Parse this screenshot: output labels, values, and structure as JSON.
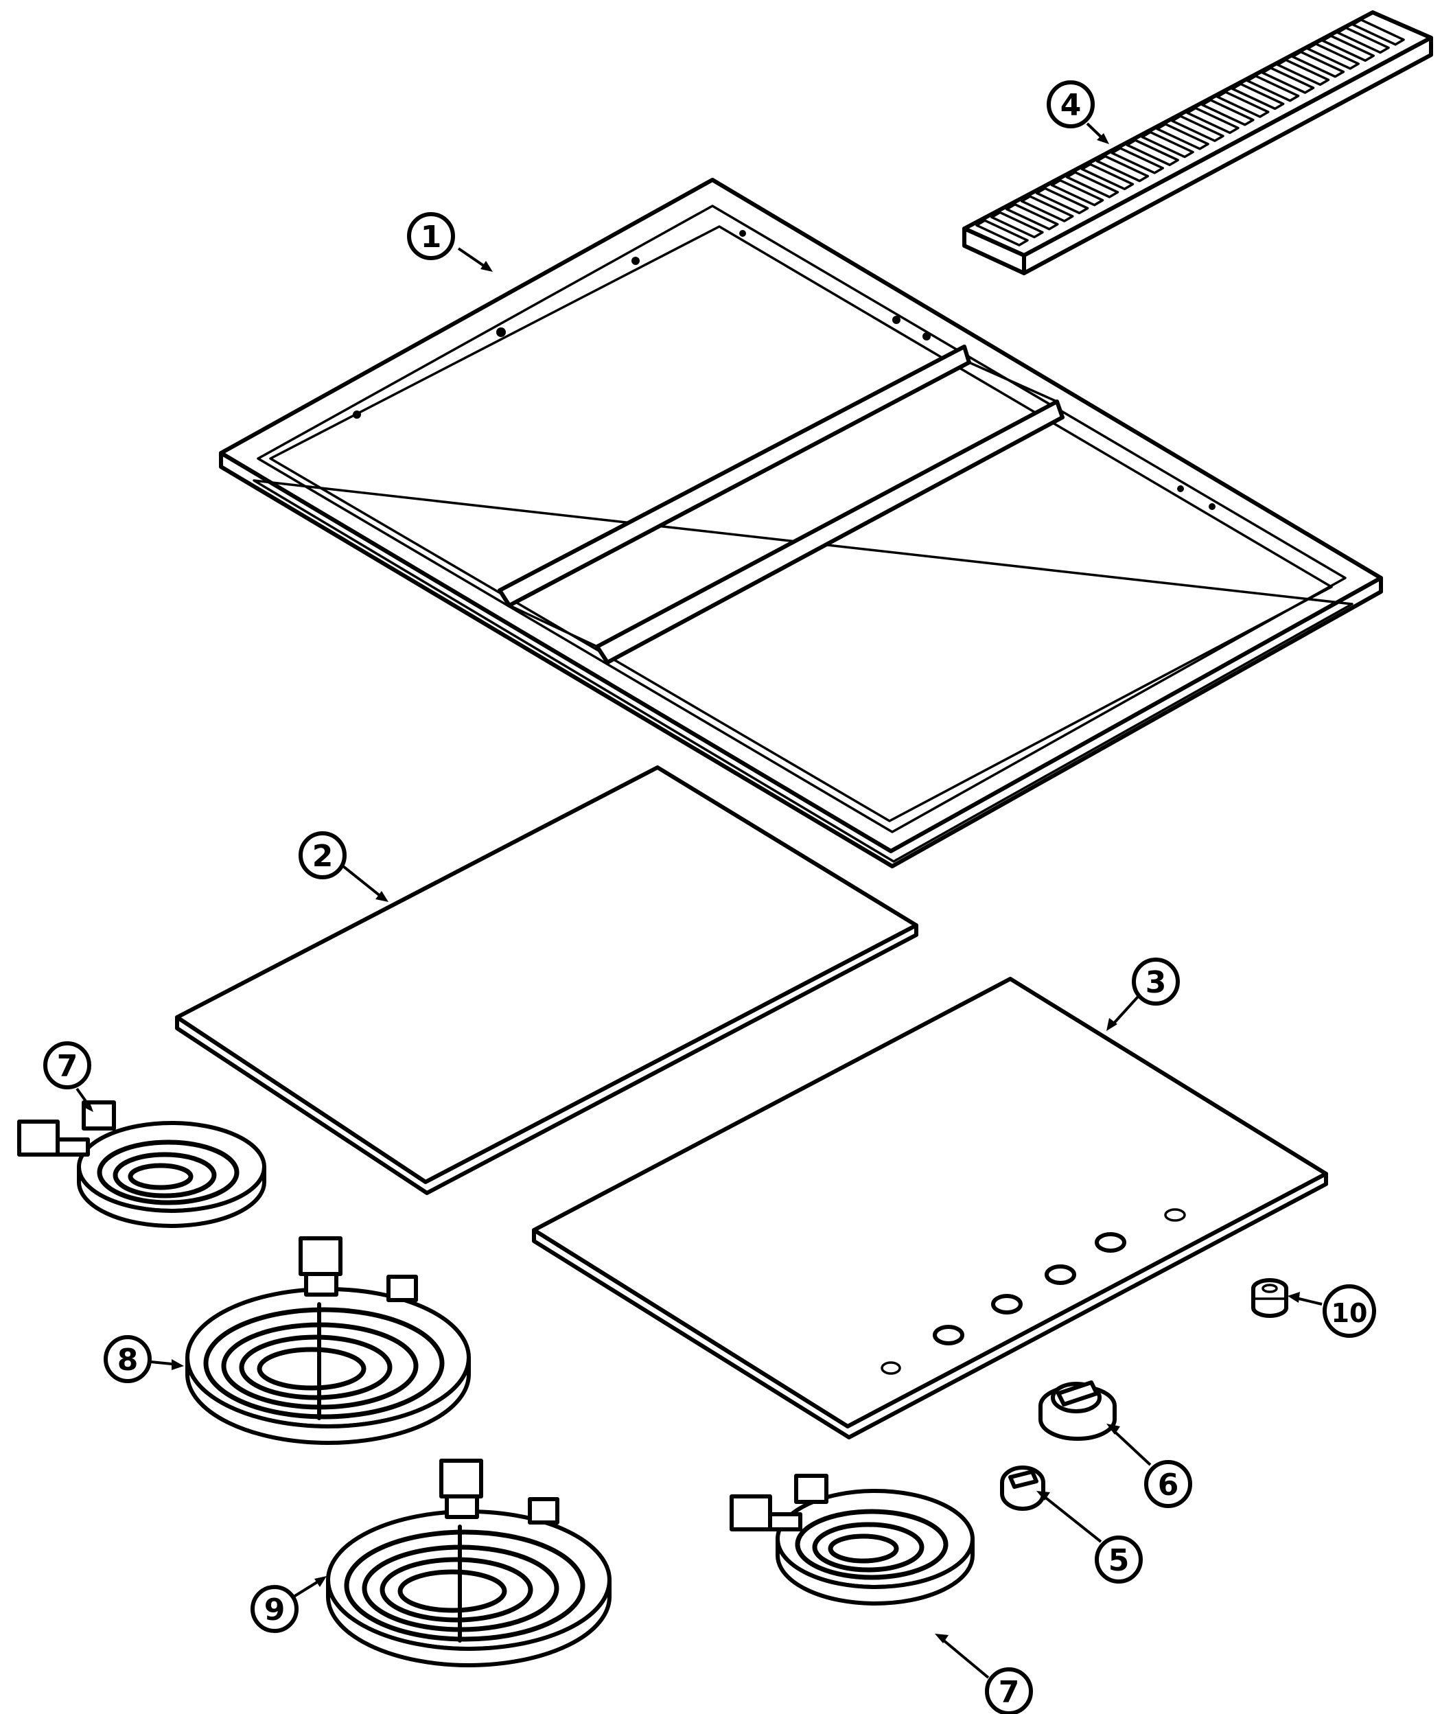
{
  "callouts": [
    {
      "id": "c1",
      "label": "1"
    },
    {
      "id": "c2",
      "label": "2"
    },
    {
      "id": "c3",
      "label": "3"
    },
    {
      "id": "c4",
      "label": "4"
    },
    {
      "id": "c5",
      "label": "5"
    },
    {
      "id": "c6",
      "label": "6"
    },
    {
      "id": "c7a",
      "label": "7"
    },
    {
      "id": "c7b",
      "label": "7"
    },
    {
      "id": "c8",
      "label": "8"
    },
    {
      "id": "c9",
      "label": "9"
    },
    {
      "id": "c10",
      "label": "10"
    }
  ],
  "colors": {
    "line": "#000000",
    "background": "#ffffff"
  }
}
